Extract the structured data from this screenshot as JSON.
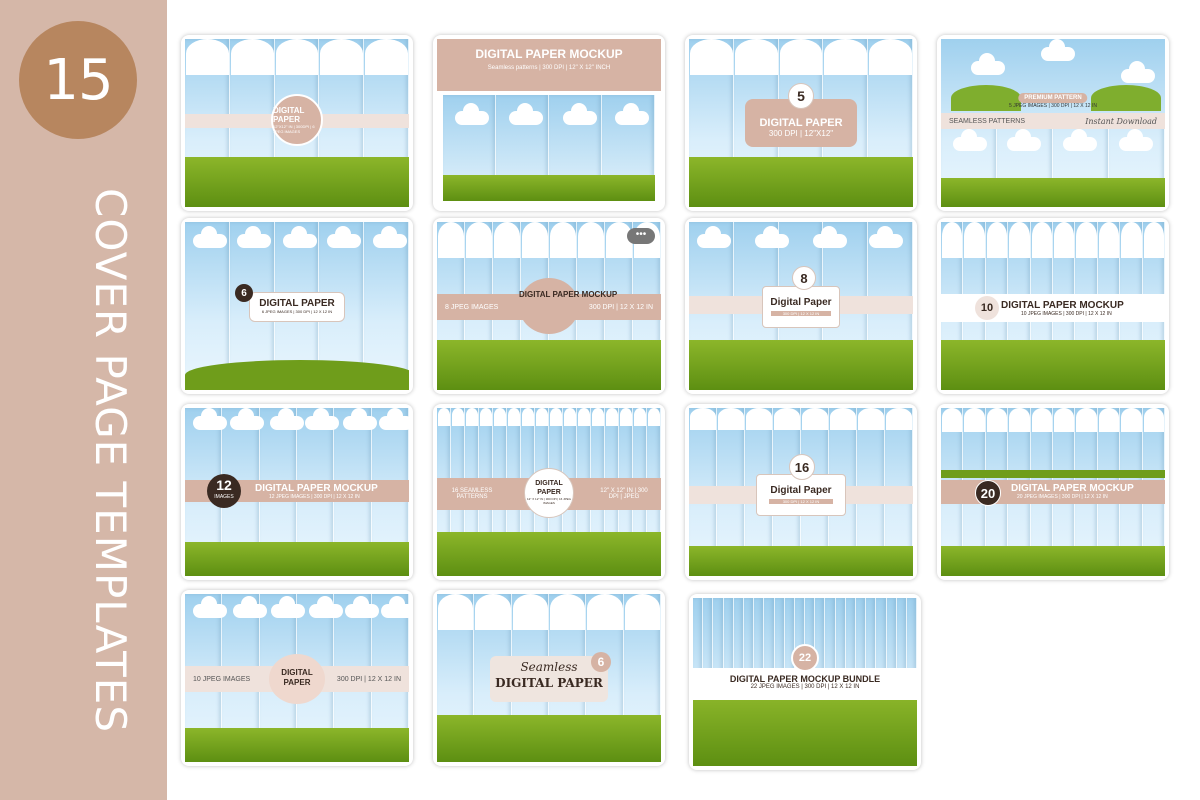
{
  "sidebar": {
    "count": "15",
    "title": "COVER PAGE TEMPLATES",
    "bg": "#d5b7a8",
    "circle": "#b7865f"
  },
  "cards": [
    {
      "main": "DIGITAL PAPER",
      "sub": "12\"X12\" IN | 300DPI | 6 JPEG IMAGES"
    },
    {
      "main": "DIGITAL PAPER MOCKUP",
      "sub": "Seamless patterns | 300 DPI | 12\" X 12\" INCH"
    },
    {
      "num": "5",
      "main": "DIGITAL PAPER",
      "sub": "300 DPI | 12\"X12\""
    },
    {
      "top": "PREMIUM PATTERN",
      "top_sub": "5 JPEG IMAGES | 300 DPI | 12 X 12 IN",
      "left": "SEAMLESS PATTERNS",
      "right": "Instant Download"
    },
    {
      "num": "6",
      "main": "DIGITAL PAPER",
      "sub": "6 JPEG IMAGES | 300 DPI | 12 X 12 IN"
    },
    {
      "left": "8 JPEG IMAGES",
      "main": "DIGITAL PAPER MOCKUP",
      "right": "300 DPI | 12 X 12 IN",
      "menu": "•••"
    },
    {
      "num": "8",
      "main": "Digital Paper",
      "sub": "300 DPI | 12 X 12 IN"
    },
    {
      "num": "10",
      "main": "DIGITAL PAPER MOCKUP",
      "sub": "10 JPEG IMAGES | 300 DPI | 12 X 12 IN"
    },
    {
      "num": "12",
      "num_sub": "IMAGES",
      "main": "DIGITAL PAPER MOCKUP",
      "sub": "12 JPEG IMAGES | 300 DPI | 12 X 12 IN"
    },
    {
      "left": "16 SEAMLESS PATTERNS",
      "main": "DIGITAL PAPER",
      "sub": "12\" X 12\" IN | 300 DPI | 16 JPEG IMAGES",
      "right": "12\" X 12\" IN | 300 DPI | JPEG"
    },
    {
      "num": "16",
      "main": "Digital Paper",
      "sub": "300 DPI | 12 X 12 IN"
    },
    {
      "num": "20",
      "main": "DIGITAL PAPER MOCKUP",
      "sub": "20 JPEG IMAGES | 300 DPI | 12 X 12 IN"
    },
    {
      "left": "10 JPEG IMAGES",
      "main": "DIGITAL PAPER",
      "right": "300 DPI | 12 X 12 IN"
    },
    {
      "script": "Seamless",
      "num": "6",
      "main": "DIGITAL PAPER"
    },
    {
      "num": "22",
      "main": "DIGITAL PAPER MOCKUP BUNDLE",
      "sub": "22 JPEG IMAGES | 300 DPI | 12 X 12 IN"
    }
  ]
}
